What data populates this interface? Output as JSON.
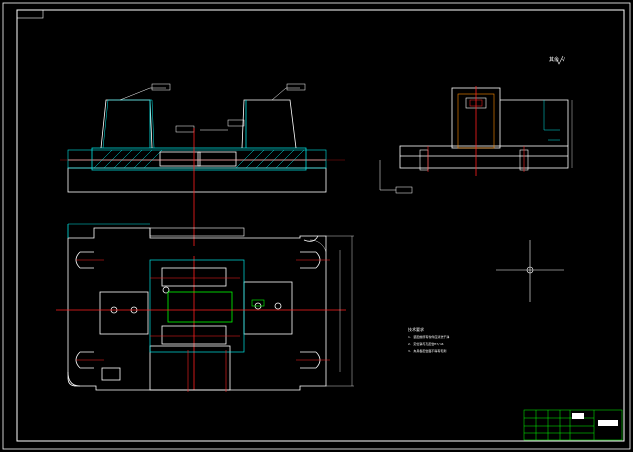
{
  "drawing": {
    "colors": {
      "background": "#000000",
      "outline": "#ffffff",
      "centerline": "#ff2020",
      "hatch": "#00e5e5",
      "dimension": "#00e5e5",
      "highlight": "#00ff00",
      "title_block": "#00ff00"
    },
    "annotations": {
      "roughness_mark": "其余 √",
      "note_heading": "技术要求"
    },
    "notes": [
      "1. 装配前所有零件应清洗干净",
      "2. 定位销与孔配合H7/n6",
      "3. 夹具各配合面不得有毛刺"
    ],
    "icons": [
      "roughness-icon",
      "center-mark-icon"
    ]
  }
}
